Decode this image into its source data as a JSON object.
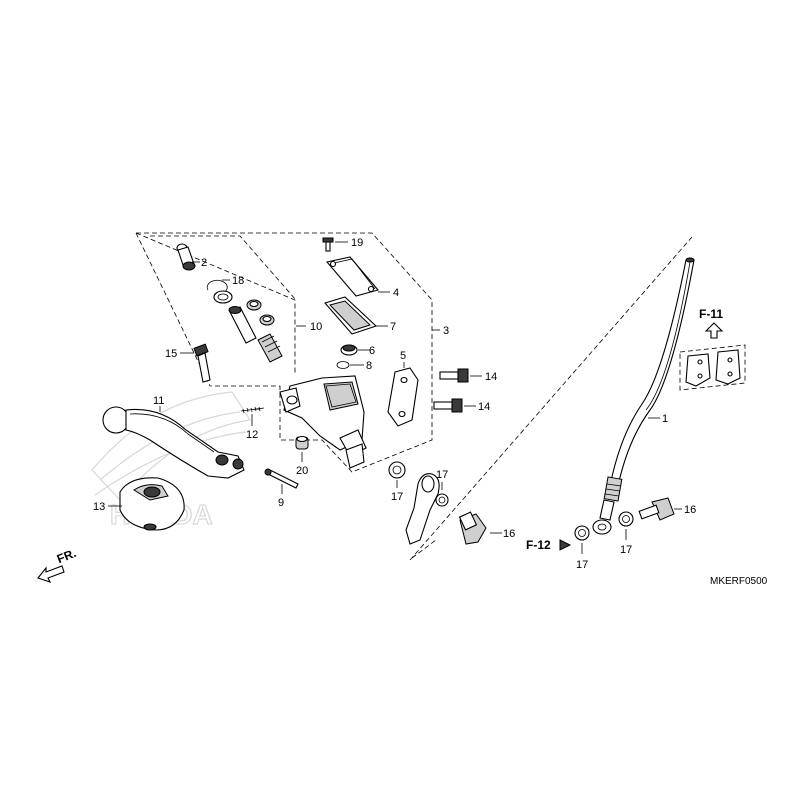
{
  "diagram": {
    "code": "MKERF0500",
    "direction": "FR.",
    "refs": {
      "f11": "F-11",
      "f12": "F-12"
    },
    "callouts": {
      "c1": "1",
      "c2": "2",
      "c3": "3",
      "c4": "4",
      "c5": "5",
      "c6": "6",
      "c7": "7",
      "c8": "8",
      "c9": "9",
      "c10": "10",
      "c11": "11",
      "c12": "12",
      "c13": "13",
      "c14a": "14",
      "c14b": "14",
      "c15": "15",
      "c16a": "16",
      "c16b": "16",
      "c17a": "17",
      "c17b": "17",
      "c17c": "17",
      "c17d": "17",
      "c18": "18",
      "c19": "19",
      "c20": "20"
    },
    "watermark": "HONDA"
  }
}
